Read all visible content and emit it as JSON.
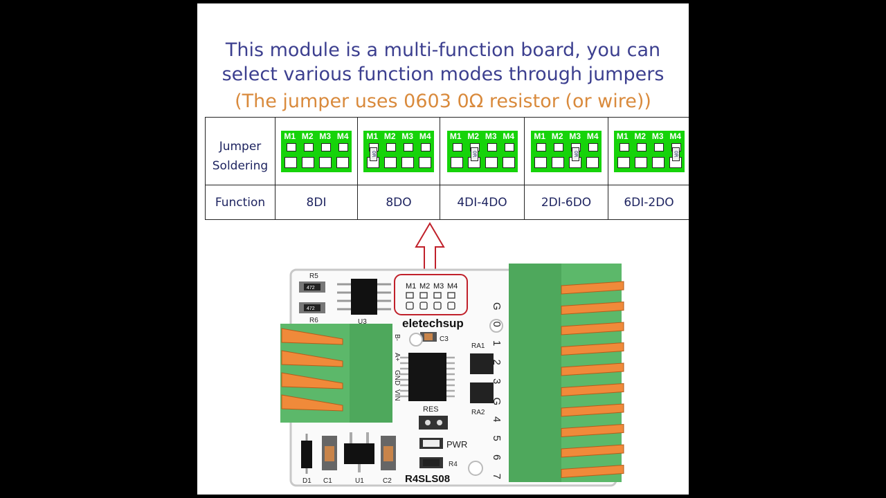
{
  "headline": {
    "line1": "This module is a multi-function board, you can",
    "line2": "select various function modes through jumpers",
    "line3": "(The jumper uses 0603 0Ω resistor (or wire))"
  },
  "table": {
    "row_labels": [
      "Jumper",
      "Soldering",
      "Function"
    ],
    "jumper_names": [
      "M1",
      "M2",
      "M3",
      "M4"
    ],
    "resistor_label": "0R",
    "columns": [
      {
        "function": "8DI",
        "jumper": "none"
      },
      {
        "function": "8DO",
        "jumper": "M1"
      },
      {
        "function": "4DI-4DO",
        "jumper": "M2"
      },
      {
        "function": "2DI-6DO",
        "jumper": "M3"
      },
      {
        "function": "6DI-2DO",
        "jumper": "M4"
      }
    ]
  },
  "board": {
    "brand": "eletechsup",
    "model": "R4SLS08",
    "jumper_labels": [
      "M1",
      "M2",
      "M3",
      "M4"
    ],
    "components": {
      "r5": "R5",
      "r6": "R6",
      "u3": "U3",
      "c3": "C3",
      "ra1": "RA1",
      "ra2": "RA2",
      "res": "RES",
      "pwr": "PWR",
      "r4": "R4",
      "d1": "D1",
      "c1": "C1",
      "u1": "U1",
      "c2": "C2",
      "r472": "472"
    },
    "left_pins": [
      "B-",
      "A+",
      "GND",
      "VIN"
    ],
    "right_pins": [
      "G",
      "0",
      "1",
      "2",
      "3",
      "G",
      "4",
      "5",
      "6",
      "7"
    ]
  },
  "colors": {
    "headline": "#3c3f8f",
    "subline": "#d98a3c",
    "pcb_green": "#16d30a",
    "arrow": "#c0202a",
    "terminal_green": "#5cb86a",
    "lever_orange": "#f08a3a"
  }
}
